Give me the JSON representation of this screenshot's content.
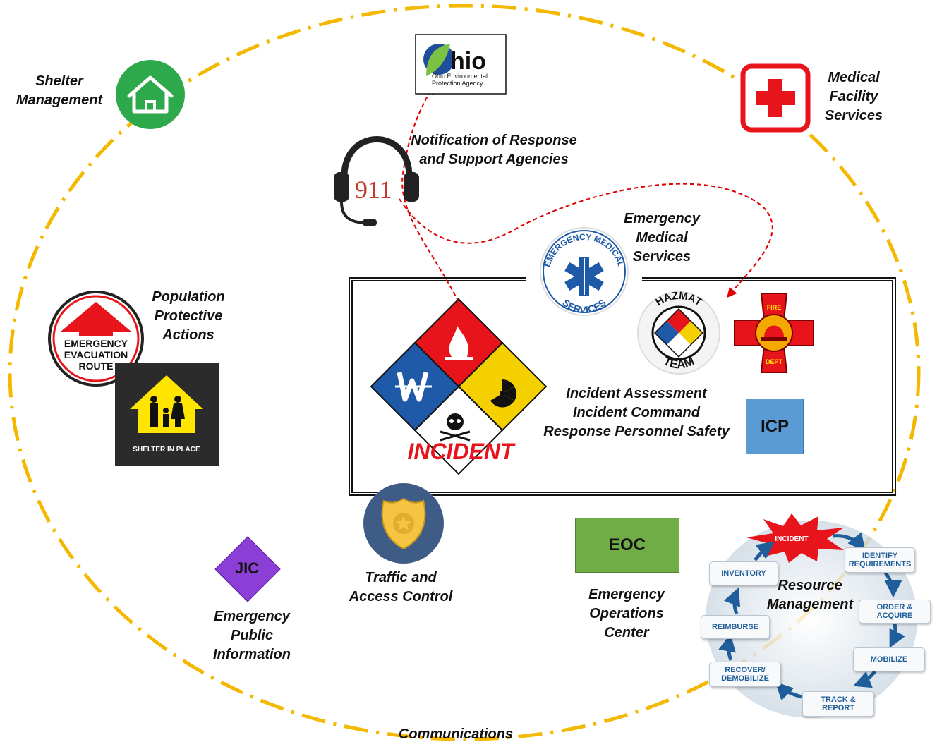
{
  "labels": {
    "shelter_mgmt": [
      "Shelter",
      "Management"
    ],
    "medical_facility": [
      "Medical",
      "Facility",
      "Services"
    ],
    "notification": [
      "Notification of Response",
      "and Support Agencies"
    ],
    "ems": [
      "Emergency",
      "Medical",
      "Services"
    ],
    "population": [
      "Population",
      "Protective",
      "Actions"
    ],
    "incident_functions": [
      "Incident Assessment",
      "Incident Command",
      "Response Personnel Safety"
    ],
    "traffic": [
      "Traffic and",
      "Access Control"
    ],
    "eoc_full": [
      "Emergency",
      "Operations",
      "Center"
    ],
    "public_info": [
      "Emergency",
      "Public",
      "Information"
    ],
    "resource_mgmt": [
      "Resource",
      "Management"
    ],
    "communications": "Communications"
  },
  "boxes": {
    "icp": "ICP",
    "eoc": "EOC",
    "jic": "JIC"
  },
  "incident_word": "INCIDENT",
  "ohio_logo": {
    "word": "hio",
    "line1": "Ohio Environmental",
    "line2": "Protection Agency"
  },
  "phone_number": "911",
  "ems_badge": {
    "top": "EMERGENCY MEDICAL",
    "bottom": "SERVICES"
  },
  "hazmat_badge": {
    "top": "HAZMAT",
    "bottom": "TEAM"
  },
  "fire_badge": {
    "top": "FIRE",
    "bottom": "DEPT"
  },
  "evac_sign": [
    "EMERGENCY",
    "EVACUATION",
    "ROUTE"
  ],
  "shelter_in_place": "SHELTER IN PLACE",
  "resource_cycle": {
    "center": "INCIDENT",
    "steps": [
      [
        "IDENTIFY",
        "REQUIREMENTS"
      ],
      [
        "ORDER &",
        "ACQUIRE"
      ],
      [
        "MOBILIZE"
      ],
      [
        "TRACK &",
        "REPORT"
      ],
      [
        "RECOVER/",
        "DEMOBILIZE"
      ],
      [
        "REIMBURSE"
      ],
      [
        "INVENTORY"
      ]
    ]
  },
  "colors": {
    "ring": "#F5B800",
    "arrow": "#E00000",
    "shelter_green": "#2DA84A",
    "medical_red": "#E8141B",
    "icp_blue": "#5B9BD5",
    "eoc_green": "#70AD47",
    "jic_purple": "#8C3FD6",
    "incident_red": "#E8141B",
    "cycle_blue": "#1F5D9B"
  }
}
